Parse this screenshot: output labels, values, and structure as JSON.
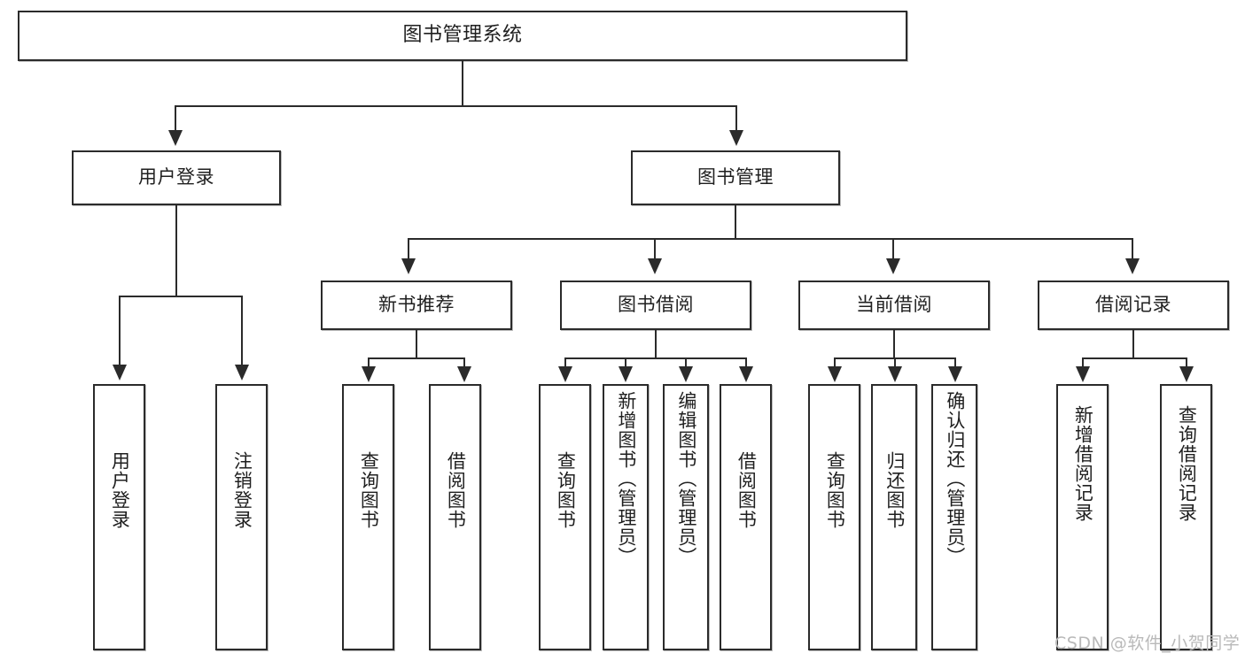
{
  "diagram": {
    "type": "tree",
    "title": "图书管理系统",
    "root": {
      "label": "图书管理系统"
    },
    "level1": [
      {
        "id": "user-login",
        "label": "用户登录"
      },
      {
        "id": "book-management",
        "label": "图书管理"
      }
    ],
    "level2": [
      {
        "id": "new-book-recommend",
        "label": "新书推荐",
        "parent": "book-management"
      },
      {
        "id": "book-borrow",
        "label": "图书借阅",
        "parent": "book-management"
      },
      {
        "id": "current-borrow",
        "label": "当前借阅",
        "parent": "book-management"
      },
      {
        "id": "borrow-record",
        "label": "借阅记录",
        "parent": "book-management"
      }
    ],
    "leaves": {
      "user-login": [
        {
          "id": "leaf-user-login",
          "label": "用户登录"
        },
        {
          "id": "leaf-logout",
          "label": "注销登录"
        }
      ],
      "new-book-recommend": [
        {
          "id": "leaf-query-book-1",
          "label": "查询图书"
        },
        {
          "id": "leaf-borrow-book-1",
          "label": "借阅图书"
        }
      ],
      "book-borrow": [
        {
          "id": "leaf-query-book-2",
          "label": "查询图书"
        },
        {
          "id": "leaf-add-book",
          "label": "新增图书（管理员）"
        },
        {
          "id": "leaf-edit-book",
          "label": "编辑图书（管理员）"
        },
        {
          "id": "leaf-borrow-book-2",
          "label": "借阅图书"
        }
      ],
      "current-borrow": [
        {
          "id": "leaf-query-book-3",
          "label": "查询图书"
        },
        {
          "id": "leaf-return-book",
          "label": "归还图书"
        },
        {
          "id": "leaf-confirm-return",
          "label": "确认归还（管理员）"
        }
      ],
      "borrow-record": [
        {
          "id": "leaf-add-record",
          "label": "新增借阅记录"
        },
        {
          "id": "leaf-query-record",
          "label": "查询借阅记录"
        }
      ]
    }
  },
  "watermark": {
    "text": "CSDN @软件_小贺同学"
  },
  "colors": {
    "stroke": "#2b2b2b",
    "fill": "#ffffff",
    "text": "#1f1f1f",
    "watermark": "#b9b9b9"
  }
}
